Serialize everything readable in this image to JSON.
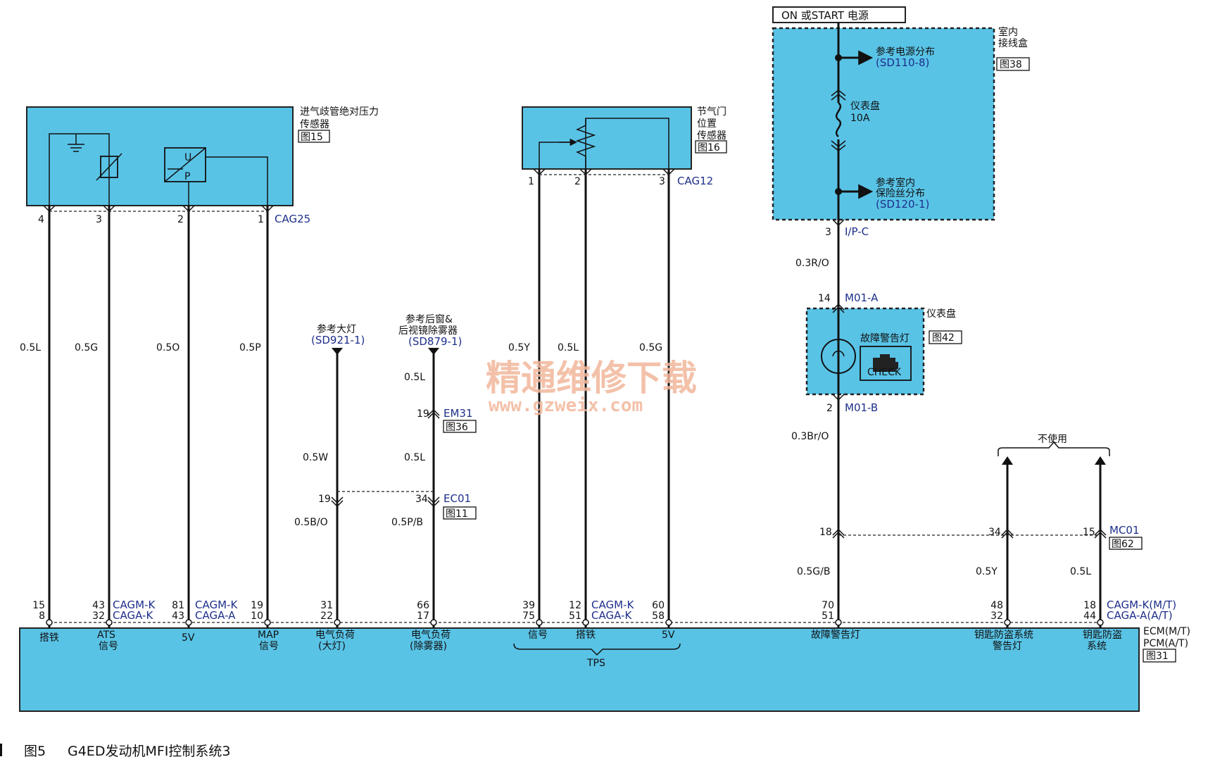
{
  "header": {
    "power_box": "ON 或START 电源"
  },
  "interior_junction_box": {
    "name_line1": "室内",
    "name_line2": "接线盒",
    "fig_ref": "图38",
    "ref_top_line1": "参考电源分布",
    "ref_top_line2": "(SD110-8)",
    "fuse_name": "仪表盘",
    "fuse_rating": "10A",
    "ref_bottom_line1": "参考室内",
    "ref_bottom_line2": "保险丝分布",
    "ref_bottom_line3": "(SD120-1)",
    "conn_pin": "3",
    "conn": "I/P-C"
  },
  "map_sensor": {
    "name_line1": "进气歧管绝对压力",
    "name_line2": "传感器",
    "fig_ref": "图15",
    "conn": "CAG25",
    "pins": [
      "4",
      "3",
      "2",
      "1"
    ],
    "symbol_u": "U",
    "symbol_p": "P"
  },
  "tps_sensor": {
    "name_line1": "节气门",
    "name_line2": "位置",
    "name_line3": "传感器",
    "fig_ref": "图16",
    "conn": "CAG12",
    "pins": [
      "1",
      "2",
      "3"
    ]
  },
  "wires": {
    "w1": "0.5L",
    "w2": "0.5G",
    "w3": "0.5O",
    "w4": "0.5P",
    "tps1": "0.5Y",
    "tps2": "0.5L",
    "tps3": "0.5G",
    "hl_upper": "0.5W",
    "hl_lower": "0.5B/O",
    "def_top": "0.5L",
    "def_mid": "0.5L",
    "def_lower": "0.5P/B",
    "mil_upper": "0.3R/O",
    "mil_lower": "0.3Br/O",
    "mil_ecm": "0.5G/B",
    "imm1": "0.5Y",
    "imm2": "0.5L"
  },
  "refs": {
    "headlamp_line1": "参考大灯",
    "headlamp_line2": "(SD921-1)",
    "defog_line1": "参考后窗&",
    "defog_line2": "后视镜除雾器",
    "defog_line3": "(SD879-1)"
  },
  "connectors": {
    "em31_pin": "19",
    "em31": "EM31",
    "em31_fig": "图36",
    "ec01_pin_left": "19",
    "ec01_pin_right": "34",
    "ec01": "EC01",
    "ec01_fig": "图11",
    "m01a_pin": "14",
    "m01a": "M01-A",
    "m01b_pin": "2",
    "m01b": "M01-B",
    "mc01_pin1": "18",
    "mc01_pin2": "34",
    "mc01_pin3": "15",
    "mc01": "MC01",
    "mc01_fig": "图62"
  },
  "cluster": {
    "name": "仪表盘",
    "mil_name": "故障警告灯",
    "fig_ref": "图42",
    "check_label": "CHECK"
  },
  "not_used": "不使用",
  "ecm": {
    "name_line1": "ECM(M/T)",
    "name_line2": "PCM(A/T)",
    "fig_ref": "图31",
    "pins": [
      {
        "top": "15",
        "bottom": "8"
      },
      {
        "top": "43",
        "bottom": "32"
      },
      {
        "top": "81",
        "bottom": "43"
      },
      {
        "top": "19",
        "bottom": "10"
      },
      {
        "top": "31",
        "bottom": "22"
      },
      {
        "top": "66",
        "bottom": "17"
      },
      {
        "top": "39",
        "bottom": "75"
      },
      {
        "top": "12",
        "bottom": "51"
      },
      {
        "top": "60",
        "bottom": "58"
      },
      {
        "top": "70",
        "bottom": "51"
      },
      {
        "top": "48",
        "bottom": "32"
      },
      {
        "top": "18",
        "bottom": "44"
      }
    ],
    "conn_a_top": "CAGM-K",
    "conn_a_bottom": "CAGA-K",
    "conn_b_top": "CAGM-K",
    "conn_b_bottom": "CAGA-A",
    "conn_c_top": "CAGM-K",
    "conn_c_bottom": "CAGA-K",
    "conn_d_top": "CAGM-K(M/T)",
    "conn_d_bottom": "CAGA-A(A/T)",
    "labels": {
      "ground": "搭铁",
      "ats_line1": "ATS",
      "ats_line2": "信号",
      "five_v": "5V",
      "map_line1": "MAP",
      "map_line2": "信号",
      "hl_line1": "电气负荷",
      "hl_line2": "(大灯)",
      "def_line1": "电气负荷",
      "def_line2": "(除雾器)",
      "tps_signal": "信号",
      "tps_ground": "搭铁",
      "tps_5v": "5V",
      "tps_group": "TPS",
      "mil": "故障警告灯",
      "imm_lamp_line1": "钥匙防盗系统",
      "imm_lamp_line2": "警告灯",
      "imm_line1": "钥匙防盗",
      "imm_line2": "系统"
    }
  },
  "watermark": {
    "line1": "精通维修下载",
    "line2": "www.gzweix.com"
  },
  "caption": {
    "fig_no": "图5",
    "title": "G4ED发动机MFI控制系统3"
  }
}
